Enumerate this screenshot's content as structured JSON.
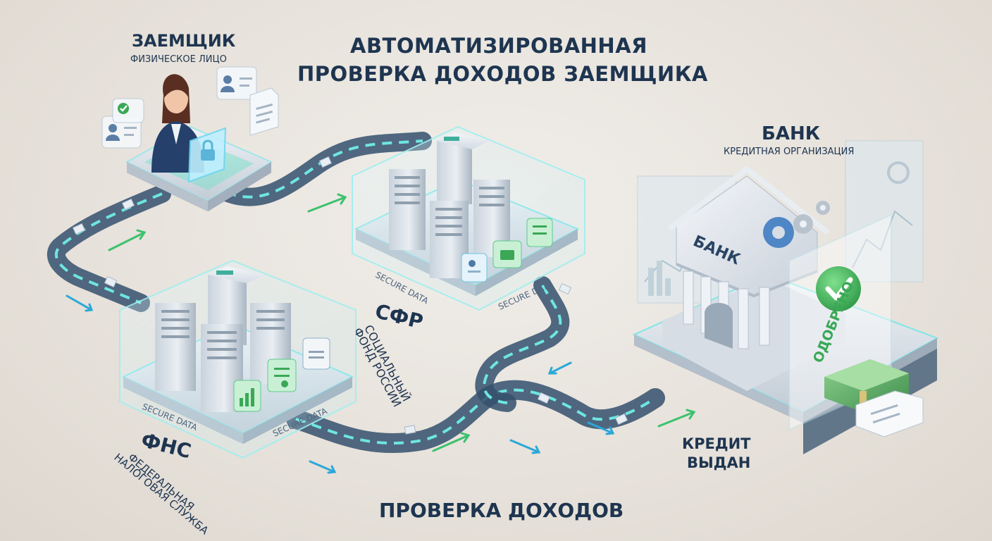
{
  "title": {
    "line1": "АВТОМАТИЗИРОВАННАЯ",
    "line2": "ПРОВЕРКА ДОХОДОВ ЗАЕМЩИКА"
  },
  "borrower": {
    "title": "ЗАЕМЩИК",
    "subtitle": "ФИЗИЧЕСКОЕ ЛИЦО"
  },
  "bank": {
    "title": "БАНК",
    "subtitle": "КРЕДИТНАЯ ОРГАНИЗАЦИЯ",
    "building_label": "БАНК",
    "status": "ОДОБРЕНО"
  },
  "sfr": {
    "title": "СФР",
    "line1": "СОЦИАЛЬНЫЙ",
    "line2": "ФОНД РОССИИ",
    "secure_left": "SECURE DATA",
    "secure_right": "SECURE DATA"
  },
  "fns": {
    "title": "ФНС",
    "line1": "ФЕДЕРАЛЬНАЯ",
    "line2": "НАЛОГОВАЯ СЛУЖБА",
    "secure_left": "SECURE DATA",
    "secure_right": "SECURE DATA"
  },
  "credit": {
    "line1": "КРЕДИТ",
    "line2": "ВЫДАН"
  },
  "footer": "ПРОВЕРКА ДОХОДОВ",
  "colors": {
    "text": "#1e3550",
    "glow": "#5fe0d8",
    "path": "#3f5f7e",
    "approved": "#3aa856",
    "arrow_green": "#3cc16e",
    "arrow_blue": "#2aa8d8"
  },
  "icons": [
    "user-icon",
    "document-icon",
    "check-icon",
    "lock-icon",
    "server-icon",
    "chart-icon",
    "briefcase-icon",
    "gear-icon",
    "money-icon",
    "bank-icon"
  ]
}
